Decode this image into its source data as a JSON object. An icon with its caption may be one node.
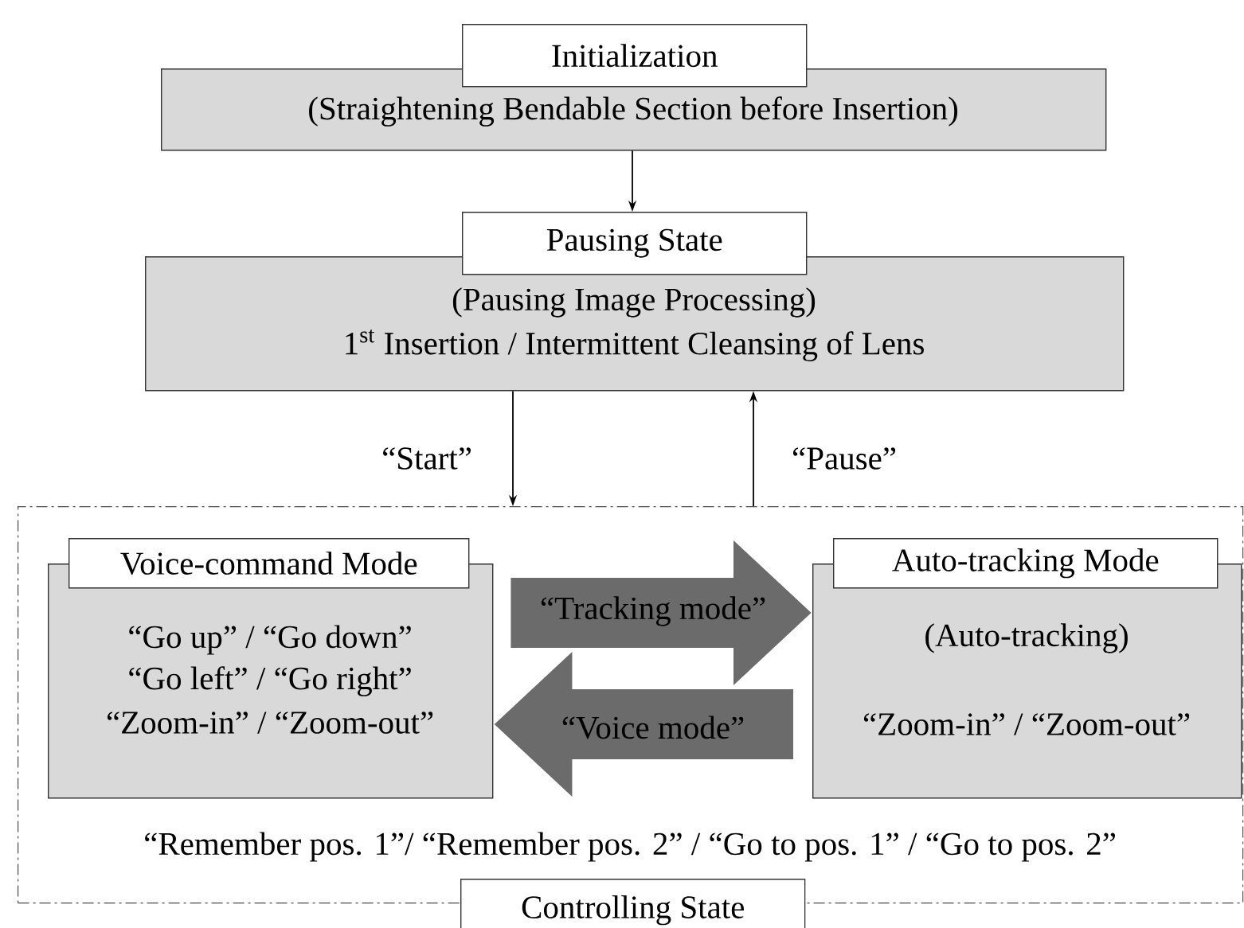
{
  "diagram": {
    "nodes": [
      {
        "text": [
          "Initialization",
          "(Straightening Bendable Section before Insertion)"
        ]
      },
      {
        "text": [
          "Pausing State",
          "(Pausing Image Processing)",
          "1$^{st}$ Insertion / Intermittent Cleansing of Lens"
        ]
      },
      {
        "text": [
          "“Remember pos. 1”/ “Remember pos. 2” / “Go to pos. 1” /  “Go to pos. 2”",
          "Controlling State"
        ]
      },
      {
        "text": [
          "Voice-command Mode",
          "“Go up” / “Go down”",
          "“Go left” / “Go right”",
          "“Zoom-in” / “Zoom-out”"
        ],
        "in": 2
      },
      {
        "text": [
          "Auto-tracking Mode",
          "(Auto-tracking)",
          "“Zoom-in” / “Zoom-out”"
        ],
        "in": 2
      }
    ],
    "edges": [
      {
        "from": 0,
        "to": 1,
        "arrow": "to"
      },
      {
        "from": 1,
        "to": 2,
        "arrow": "to",
        "label": "“Start”"
      },
      {
        "from": 2,
        "to": 1,
        "arrow": "to",
        "label": "“Pause”"
      },
      {
        "from": 3,
        "to": 4,
        "arrow": "to",
        "label": "“Tracking mode”",
        "style": "thick",
        "color": "#6b6b6b"
      },
      {
        "from": 4,
        "to": 3,
        "arrow": "to",
        "label": "“Voice mode”",
        "style": "thick",
        "color": "#6b6b6b"
      }
    ]
  }
}
